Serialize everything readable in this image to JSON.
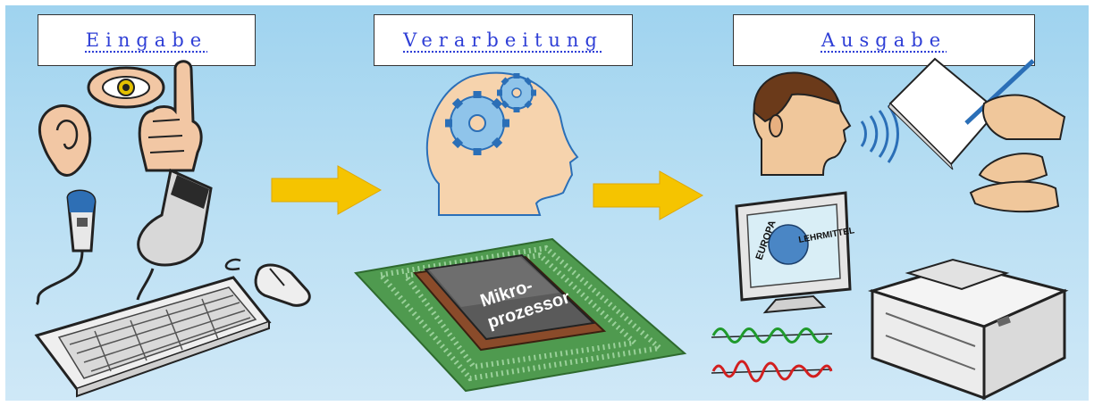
{
  "stages": {
    "input": "Eingabe",
    "processing": "Verarbeitung",
    "output": "Ausgabe"
  },
  "chip": {
    "line1": "Mikro-",
    "line2": "prozessor"
  },
  "monitor_logo": {
    "line1": "EUROPA",
    "line2": "LEHRMITTEL"
  },
  "colors": {
    "arrow": "#f5c400",
    "background": "#b7def3",
    "link": "#2f3fd6",
    "wave_green": "#1f9a2c",
    "wave_red": "#d21f1f",
    "pcb": "#4f9a4f"
  }
}
